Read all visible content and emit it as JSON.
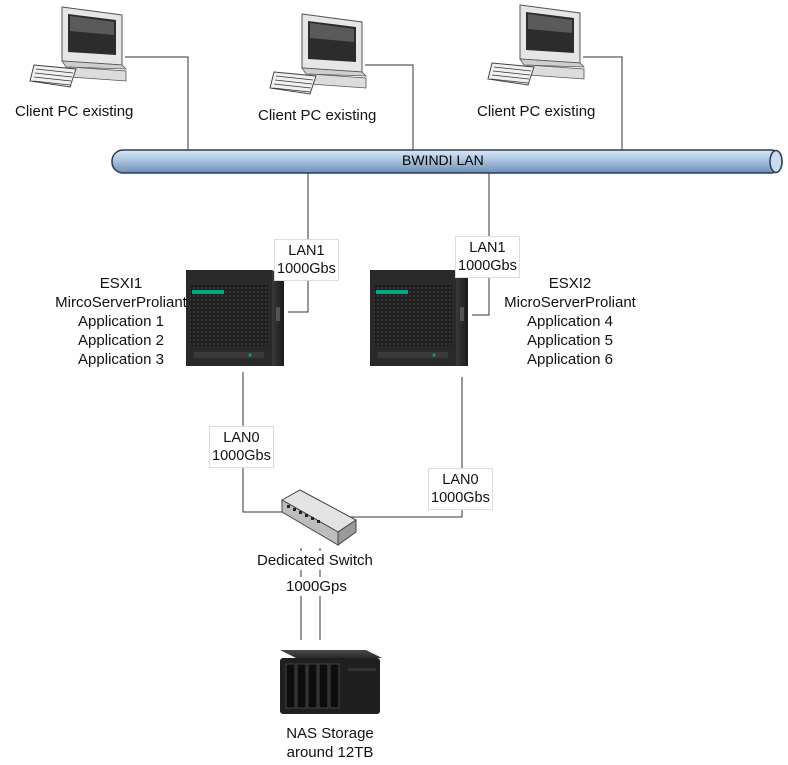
{
  "lan": {
    "name": "BWINDI LAN"
  },
  "clients": [
    {
      "label": "Client PC existing"
    },
    {
      "label": "Client PC existing"
    },
    {
      "label": "Client PC existing"
    }
  ],
  "servers": [
    {
      "name": "ESXI1",
      "model": "MircoServerProliant",
      "apps": [
        "Application 1",
        "Application 2",
        "Application 3"
      ],
      "lan1": {
        "name": "LAN1",
        "speed": "1000Gbs"
      },
      "lan0": {
        "name": "LAN0",
        "speed": "1000Gbs"
      }
    },
    {
      "name": "ESXI2",
      "model": "MicroServerProliant",
      "apps": [
        "Application 4",
        "Application 5",
        "Application 6"
      ],
      "lan1": {
        "name": "LAN1",
        "speed": "1000Gbs"
      },
      "lan0": {
        "name": "LAN0",
        "speed": "1000Gbs"
      }
    }
  ],
  "switch": {
    "label": "Dedicated Switch",
    "speed": "1000Gps"
  },
  "nas": {
    "line1": "NAS Storage",
    "line2": "around 12TB"
  },
  "colors": {
    "lan_fill": "#a9c3e0",
    "lan_stroke": "#2b3a55",
    "line": "#333333",
    "server_body": "#2a2a2a",
    "hpe_green": "#01a982"
  }
}
